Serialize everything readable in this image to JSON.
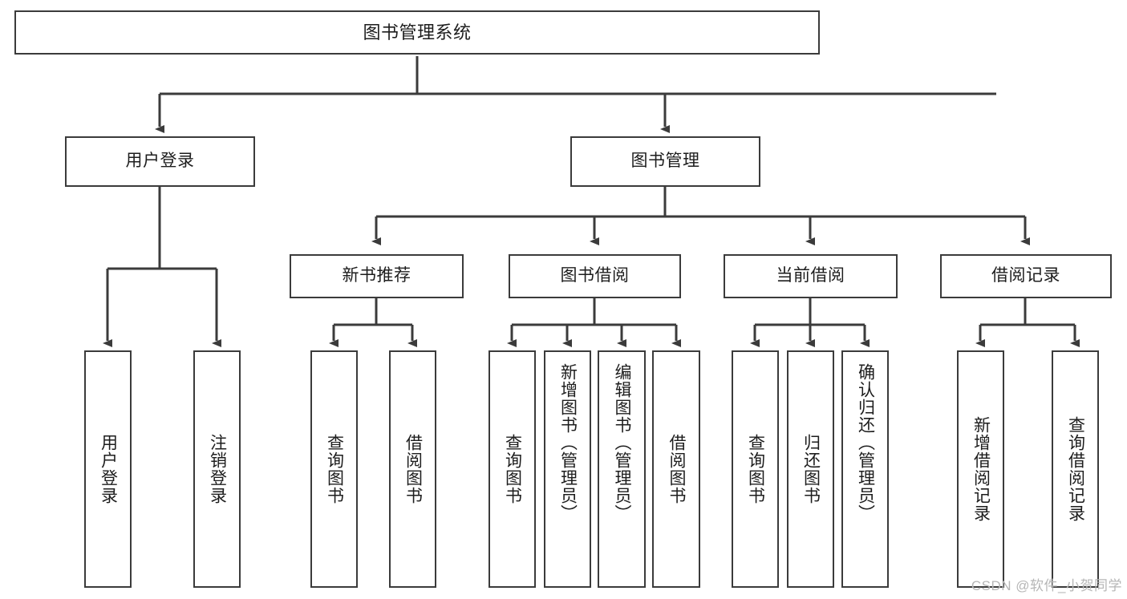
{
  "diagram": {
    "title": "图书管理系统",
    "stroke_color": "#3b3b3b",
    "background_color": "#ffffff",
    "text_color": "#1d1d1d"
  },
  "root": {
    "label": "图书管理系统"
  },
  "level2": [
    {
      "label": "用户登录"
    },
    {
      "label": "图书管理"
    }
  ],
  "level3": [
    {
      "label": "新书推荐"
    },
    {
      "label": "图书借阅"
    },
    {
      "label": "当前借阅"
    },
    {
      "label": "借阅记录"
    }
  ],
  "leaves": {
    "user_login": [
      {
        "label": "用户登录"
      },
      {
        "label": "注销登录"
      }
    ],
    "new_book": [
      {
        "label": "查询图书"
      },
      {
        "label": "借阅图书"
      }
    ],
    "book_borrow": [
      {
        "label": "查询图书"
      },
      {
        "label": "新增图书（管理员）"
      },
      {
        "label": "编辑图书（管理员）"
      },
      {
        "label": "借阅图书"
      }
    ],
    "current_borrow": [
      {
        "label": "查询图书"
      },
      {
        "label": "归还图书"
      },
      {
        "label": "确认归还（管理员）"
      }
    ],
    "borrow_record": [
      {
        "label": "新增借阅记录"
      },
      {
        "label": "查询借阅记录"
      }
    ]
  },
  "watermark": {
    "text": "CSDN @软件_小贺同学"
  }
}
